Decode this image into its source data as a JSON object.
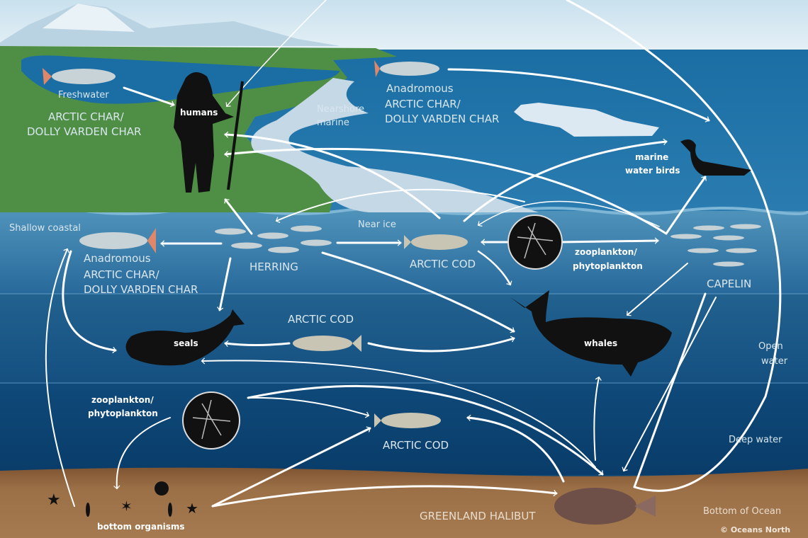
{
  "zones": {
    "freshwater": "Freshwater",
    "nearshore_1": "Nearshore",
    "nearshore_2": "marine",
    "shallow_coastal": "Shallow coastal",
    "near_ice": "Near ice",
    "open_water_1": "Open",
    "open_water_2": "water",
    "deep_water": "Deep water",
    "bottom": "Bottom of Ocean"
  },
  "species": {
    "fresh_char_1": "ARCTIC CHAR/",
    "fresh_char_2": "DOLLY VARDEN CHAR",
    "anad_top_0": "Anadromous",
    "anad_top_1": "ARCTIC CHAR/",
    "anad_top_2": "DOLLY VARDEN CHAR",
    "anad_shallow_0": "Anadromous",
    "anad_shallow_1": "ARCTIC CHAR/",
    "anad_shallow_2": "DOLLY VARDEN CHAR",
    "herring": "HERRING",
    "cod_ice": "ARCTIC COD",
    "cod_open": "ARCTIC COD",
    "cod_deep": "ARCTIC COD",
    "capelin": "CAPELIN",
    "halibut": "GREENLAND HALIBUT",
    "humans": "humans",
    "seals": "seals",
    "whales": "whales",
    "birds_1": "marine",
    "birds_2": "water birds",
    "plankton_top_1": "zooplankton/",
    "plankton_top_2": "phytoplankton",
    "plankton_deep_1": "zooplankton/",
    "plankton_deep_2": "phytoplankton",
    "bottom_organisms": "bottom organisms"
  },
  "credit": "© Oceans North",
  "colors": {
    "sky": "#d6e8f1",
    "land": "#4f8f45",
    "sea_surface": "#1a6fa3",
    "shallow": "#3d87b1",
    "open": "#1d5c8c",
    "deep": "#0c4372",
    "seabed": "#9a6e45",
    "arrow": "#ffffff"
  }
}
